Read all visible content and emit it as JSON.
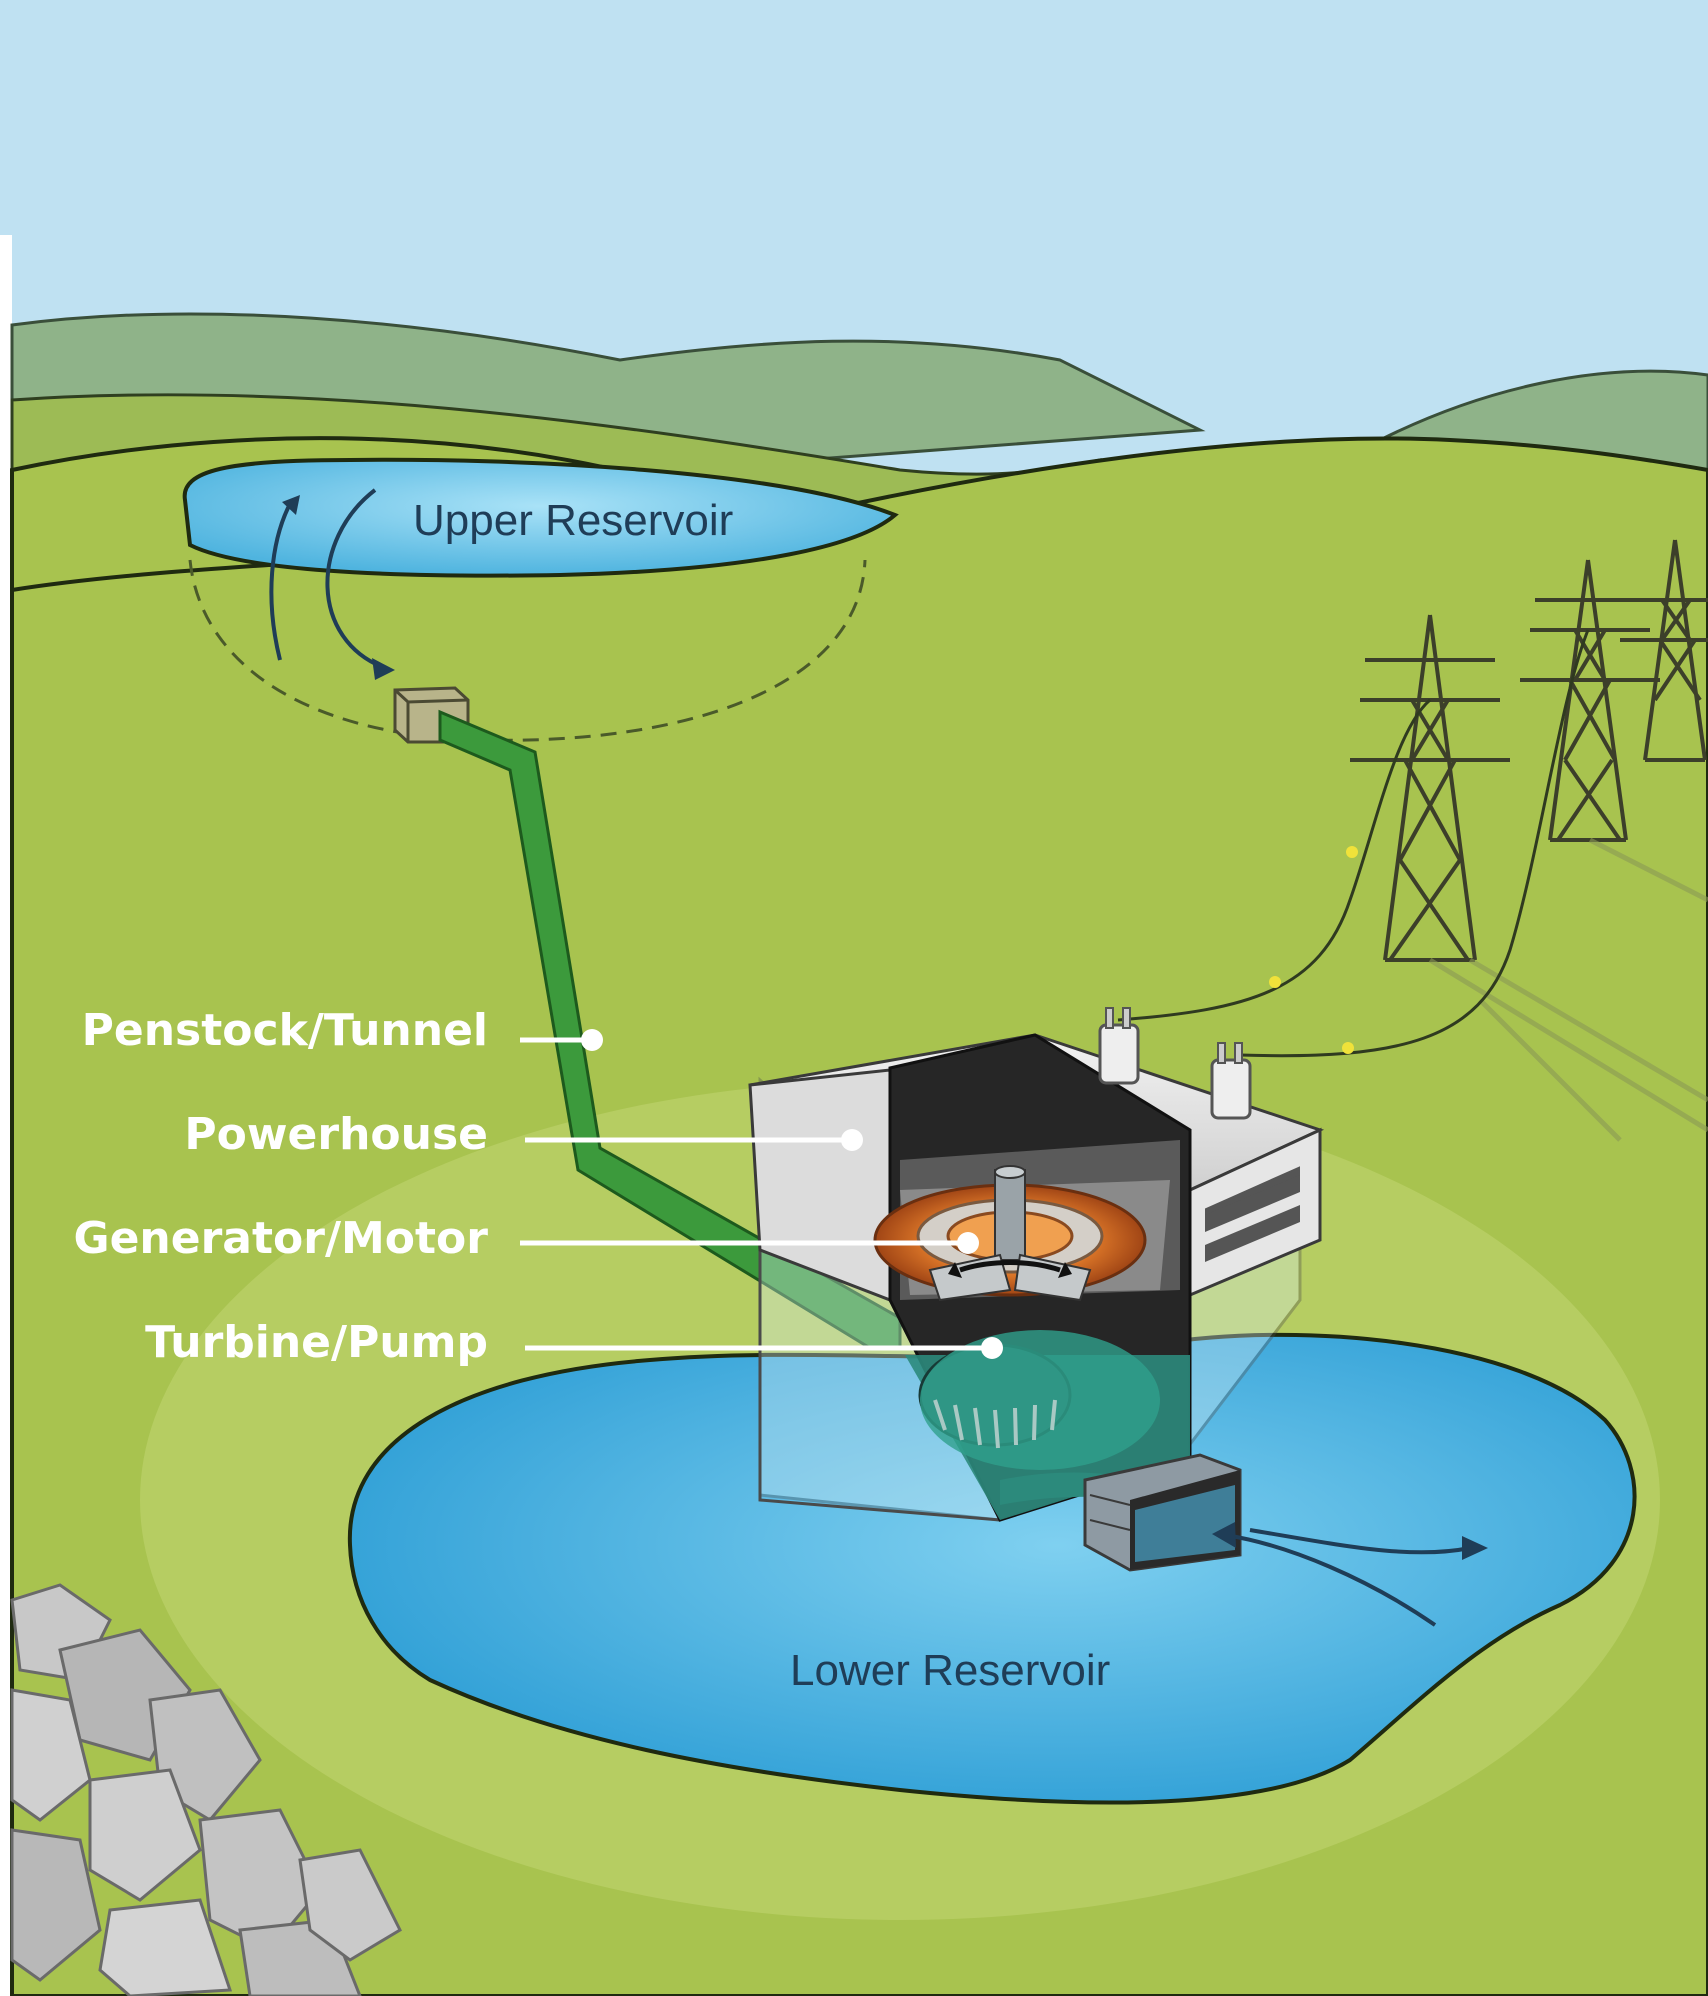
{
  "labels": {
    "upper_reservoir": "Upper Reservoir",
    "lower_reservoir": "Lower Reservoir",
    "penstock": "Penstock/Tunnel",
    "powerhouse": "Powerhouse",
    "generator": "Generator/Motor",
    "turbine": "Turbine/Pump"
  },
  "colors": {
    "sky": "#bfe1f2",
    "hill": "#a3be4f",
    "hill_back": "#8fae70",
    "water": "#4fb8e3",
    "penstock": "#3c9a3c",
    "label": "#ffffff"
  }
}
